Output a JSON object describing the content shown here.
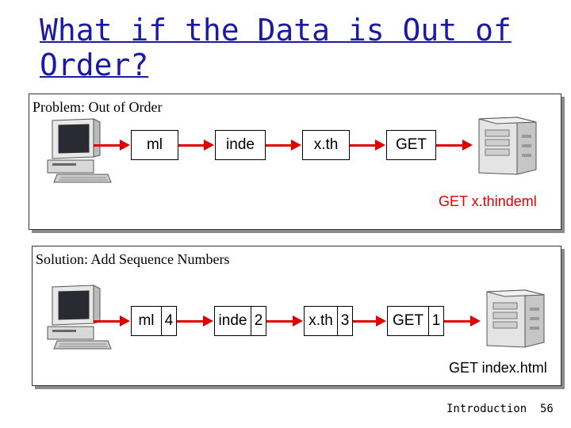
{
  "title": "What if the Data is Out of\nOrder?",
  "problem": {
    "heading": "Problem: Out of Order",
    "packets": [
      {
        "text": "ml"
      },
      {
        "text": "inde"
      },
      {
        "text": "x.th"
      },
      {
        "text": "GET"
      }
    ],
    "result": "GET x.thindeml",
    "result_color": "#e00000"
  },
  "solution": {
    "heading": "Solution: Add Sequence Numbers",
    "packets": [
      {
        "text": "ml",
        "seq": "4"
      },
      {
        "text": "inde",
        "seq": "2"
      },
      {
        "text": "x.th",
        "seq": "3"
      },
      {
        "text": "GET",
        "seq": "1"
      }
    ],
    "result": "GET index.html",
    "result_color": "#000000"
  },
  "footer": {
    "section": "Introduction",
    "page": "56"
  },
  "colors": {
    "title": "#1a1aa6",
    "arrow": "#e00000"
  },
  "icons": {
    "client": "desktop-computer-icon",
    "server": "server-tower-icon"
  }
}
